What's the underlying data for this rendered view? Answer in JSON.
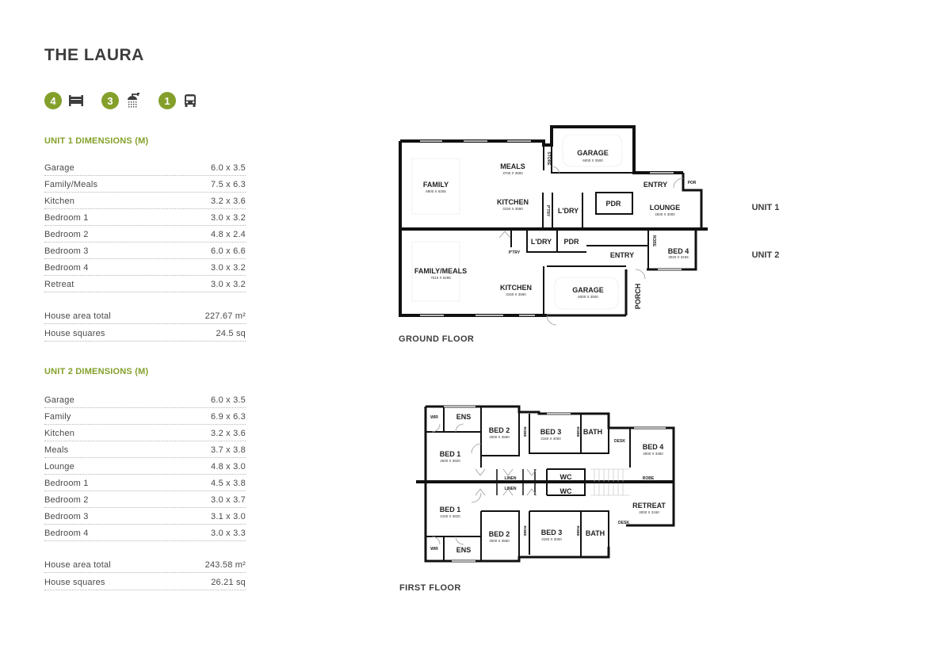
{
  "title": "THE LAURA",
  "features": [
    {
      "count": "4",
      "icon": "bed-icon"
    },
    {
      "count": "3",
      "icon": "shower-icon"
    },
    {
      "count": "1",
      "icon": "car-icon"
    }
  ],
  "colors": {
    "accent": "#84a02a",
    "text": "#3d3d3d",
    "wall": "#111111"
  },
  "unit1": {
    "heading": "UNIT 1 DIMENSIONS (M)",
    "rows": [
      {
        "label": "Garage",
        "value": "6.0 x 3.5"
      },
      {
        "label": "Family/Meals",
        "value": "7.5 x 6.3"
      },
      {
        "label": "Kitchen",
        "value": "3.2 x 3.6"
      },
      {
        "label": "Bedroom 1",
        "value": "3.0 x 3.2"
      },
      {
        "label": "Bedroom 2",
        "value": "4.8 x 2.4"
      },
      {
        "label": "Bedroom 3",
        "value": "6.0 x 6.6"
      },
      {
        "label": "Bedroom 4",
        "value": "3.0 x 3.2"
      },
      {
        "label": "Retreat",
        "value": "3.0 x 3.2"
      }
    ],
    "totals": [
      {
        "label": "House area total",
        "value": "227.67 m²"
      },
      {
        "label": "House squares",
        "value": "24.5 sq"
      }
    ]
  },
  "unit2": {
    "heading": "UNIT 2 DIMENSIONS (M)",
    "rows": [
      {
        "label": "Garage",
        "value": "6.0 x 3.5"
      },
      {
        "label": "Family",
        "value": "6.9 x 6.3"
      },
      {
        "label": "Kitchen",
        "value": "3.2 x 3.6"
      },
      {
        "label": "Meals",
        "value": "3.7 x 3.8"
      },
      {
        "label": "Lounge",
        "value": "4.8 x 3.0"
      },
      {
        "label": "Bedroom 1",
        "value": "4.5 x 3.8"
      },
      {
        "label": "Bedroom 2",
        "value": "3.0 x 3.7"
      },
      {
        "label": "Bedroom 3",
        "value": "3.1 x 3.0"
      },
      {
        "label": "Bedroom 4",
        "value": "3.0 x 3.3"
      }
    ],
    "totals": [
      {
        "label": "House area total",
        "value": "243.58 m²"
      },
      {
        "label": "House squares",
        "value": "26.21 sq"
      }
    ]
  },
  "ground_floor": {
    "label": "GROUND FLOOR",
    "unit_labels": [
      "UNIT 1",
      "UNIT 2"
    ],
    "unit1_rooms": {
      "garage": {
        "name": "GARAGE",
        "dims": "6000 X 3500"
      },
      "meals": {
        "name": "MEALS",
        "dims": "3700 X 3800"
      },
      "family": {
        "name": "FAMILY",
        "dims": "6900 X 6255"
      },
      "kitchen": {
        "name": "KITCHEN",
        "dims": "3150 X 3590"
      },
      "store": {
        "name": "STORE"
      },
      "pantry": {
        "name": "P'TRY"
      },
      "laundry": {
        "name": "L'DRY"
      },
      "pdr": {
        "name": "PDR"
      },
      "entry": {
        "name": "ENTRY"
      },
      "lounge": {
        "name": "LOUNGE",
        "dims": "4830 X 3000"
      },
      "por": {
        "name": "POR"
      }
    },
    "unit2_rooms": {
      "family_meals": {
        "name": "FAMILY/MEALS",
        "dims": "7515 X 6295"
      },
      "kitchen": {
        "name": "KITCHEN",
        "dims": "3150 X 3590"
      },
      "pantry": {
        "name": "P'TRY"
      },
      "laundry": {
        "name": "L'DRY"
      },
      "pdr": {
        "name": "PDR"
      },
      "entry": {
        "name": "ENTRY"
      },
      "robe": {
        "name": "ROBE"
      },
      "bed4": {
        "name": "BED 4",
        "dims": "3020 X 3155"
      },
      "garage": {
        "name": "GARAGE",
        "dims": "6000 X 3500"
      },
      "porch": {
        "name": "PORCH"
      }
    }
  },
  "first_floor": {
    "label": "FIRST FLOOR",
    "unit1_rooms": {
      "wir": {
        "name": "WIR"
      },
      "ens": {
        "name": "ENS"
      },
      "bed1": {
        "name": "BED 1",
        "dims": "4500 X 3820"
      },
      "bed2": {
        "name": "BED 2",
        "dims": "3000 X 3550"
      },
      "bed3": {
        "name": "BED 3",
        "dims": "3150 X 3000"
      },
      "robe_a": {
        "name": "ROBE"
      },
      "robe_b": {
        "name": "ROBE"
      },
      "bath": {
        "name": "BATH"
      },
      "desk": {
        "name": "DESK"
      },
      "bed4": {
        "name": "BED 4",
        "dims": "3000 X 3360"
      },
      "robe_c": {
        "name": "ROBE"
      },
      "linen": {
        "name": "LINEN"
      },
      "wc": {
        "name": "WC"
      }
    },
    "unit2_rooms": {
      "linen": {
        "name": "LINEN"
      },
      "wc": {
        "name": "WC"
      },
      "bed1": {
        "name": "BED 1",
        "dims": "4100 X 3820"
      },
      "wir": {
        "name": "WIR"
      },
      "ens": {
        "name": "ENS"
      },
      "bed2": {
        "name": "BED 2",
        "dims": "3000 X 3550"
      },
      "robe_a": {
        "name": "ROBE"
      },
      "bed3": {
        "name": "BED 3",
        "dims": "3150 X 3000"
      },
      "robe_b": {
        "name": "ROBE"
      },
      "bath": {
        "name": "BATH"
      },
      "retreat": {
        "name": "RETREAT",
        "dims": "3000 X 3160"
      },
      "desk": {
        "name": "DESK"
      }
    }
  }
}
